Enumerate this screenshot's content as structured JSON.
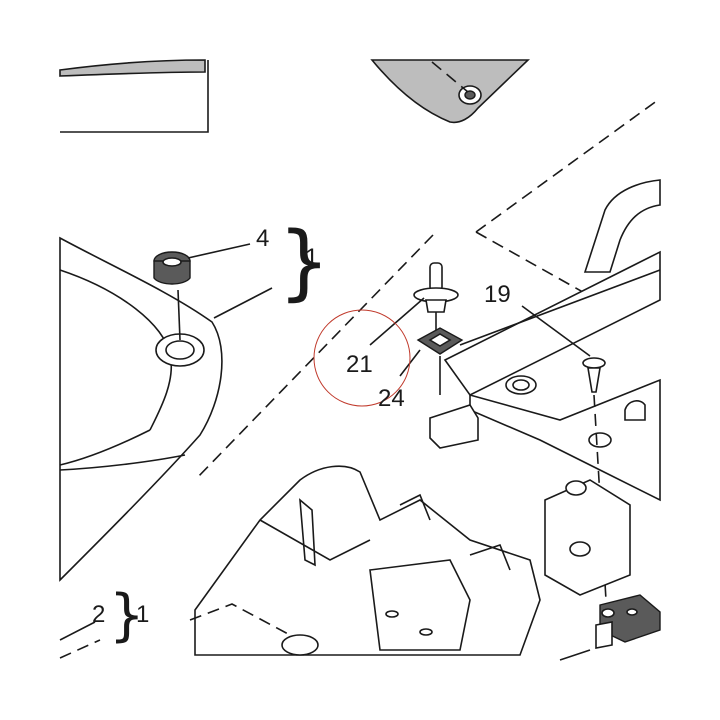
{
  "callouts": {
    "c4": "4",
    "c1_top": "1",
    "c21": "21",
    "c24": "24",
    "c19": "19",
    "c2": "2",
    "c1_bottom": "1"
  },
  "colors": {
    "line": "#1a1a1a",
    "shade": "#bdbdbd",
    "highlight_circle": "#c0392b"
  }
}
